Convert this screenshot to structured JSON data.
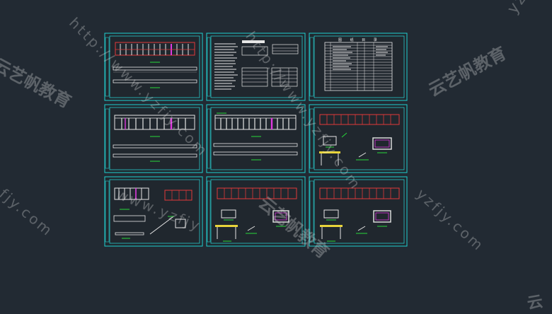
{
  "watermark": {
    "brand": "云艺帆教育",
    "url_full": "http://www.yzfjy.com",
    "url_partial_top_right": "yzfjy",
    "url_partial_left": "fjy.com",
    "url_partial_mid": "http://www.y",
    "url_partial_bottom": "www.yzfjy",
    "url_partial_bottom_right": "yzfjy.com",
    "brand_partial": "云"
  },
  "sheets": [
    {
      "id": "s1",
      "kind": "elevation-strip"
    },
    {
      "id": "s2",
      "kind": "notes-text"
    },
    {
      "id": "s3",
      "kind": "drawing-index"
    },
    {
      "id": "s4",
      "kind": "elevation-strip"
    },
    {
      "id": "s5",
      "kind": "elevation-strip"
    },
    {
      "id": "s6",
      "kind": "plan-details"
    },
    {
      "id": "s7",
      "kind": "section-details"
    },
    {
      "id": "s8",
      "kind": "plan-details"
    },
    {
      "id": "s9",
      "kind": "plan-details"
    }
  ],
  "index_title": "图 纸 目 录",
  "colors": {
    "background": "#222a33",
    "frame": "#1fd0d0",
    "line_white": "#e6e6e6",
    "line_red": "#e23a3a",
    "line_green": "#27d83a",
    "line_magenta": "#e03ae0",
    "line_yellow": "#e8d43a"
  }
}
